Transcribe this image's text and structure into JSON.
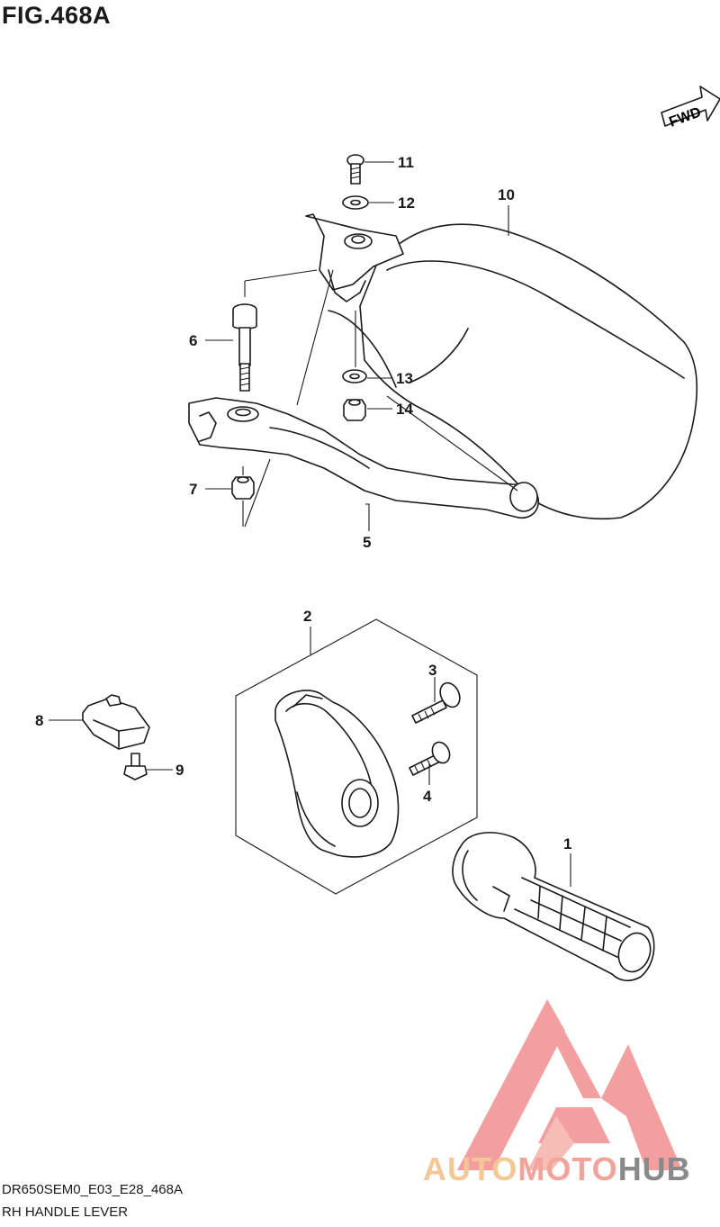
{
  "figure": {
    "title": "FIG.468A",
    "code": "DR650SEM0_E03_E28_468A",
    "name": "RH HANDLE LEVER"
  },
  "fwd_label": "FWD",
  "callouts": {
    "c1": "1",
    "c2": "2",
    "c3": "3",
    "c4": "4",
    "c5": "5",
    "c6": "6",
    "c7": "7",
    "c8": "8",
    "c9": "9",
    "c10": "10",
    "c11": "11",
    "c12": "12",
    "c13": "13",
    "c14": "14"
  },
  "watermark": {
    "part1": "AUTO",
    "part2": "MOTO",
    "part3": "HUB",
    "colors": {
      "auto": "#f4c896",
      "moto": "#f2a39a",
      "hub": "#8a8a8a",
      "logo": "#f08080"
    }
  }
}
